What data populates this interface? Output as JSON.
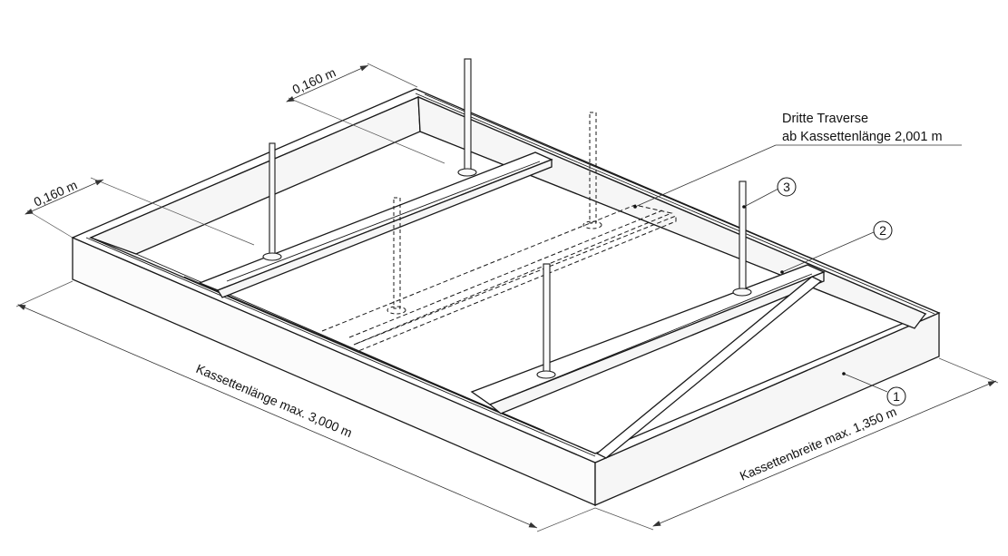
{
  "dimensions": {
    "edge_offset_left": "0,160 m",
    "edge_offset_top": "0,160 m",
    "cassette_length": "Kassettenlänge max. 3,000 m",
    "cassette_width": "Kassettenbreite max. 1,350 m"
  },
  "callout": {
    "line1": "Dritte Traverse",
    "line2": "ab Kassettenlänge 2,001 m"
  },
  "parts": {
    "p1": "1",
    "p2": "2",
    "p3": "3"
  }
}
